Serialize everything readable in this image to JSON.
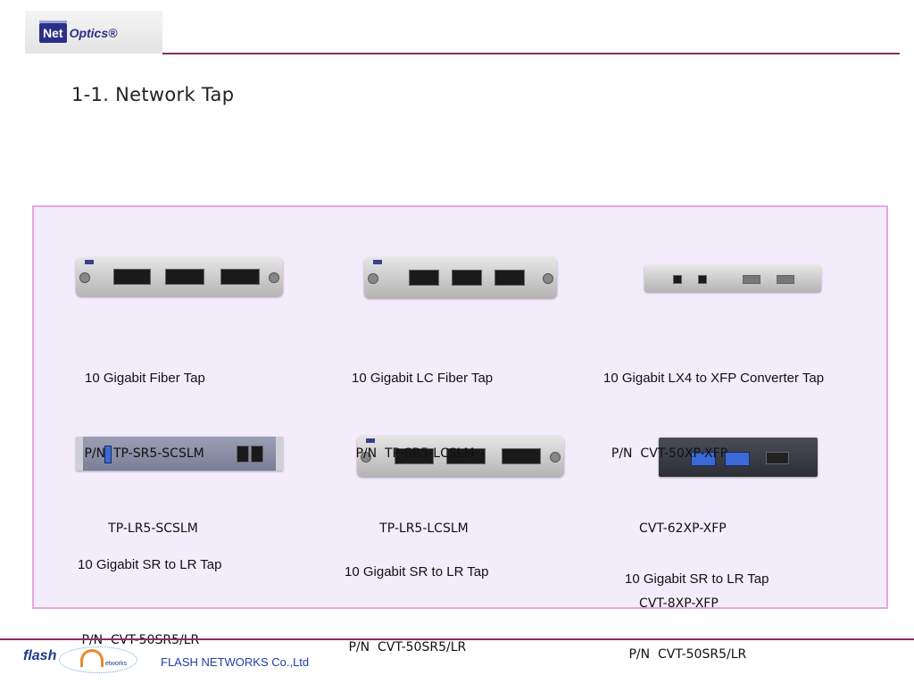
{
  "header": {
    "logo_text_1": "Net",
    "logo_text_2": "Optics®",
    "title": "1-1. Network Tap"
  },
  "products": [
    {
      "name": "10 Gigabit Fiber Tap",
      "pn_line_1": " P/N  TP-SR5-SCSLM",
      "pn_line_2": "       TP-LR5-SCSLM",
      "pn_line_3": ""
    },
    {
      "name": "10 Gigabit LC Fiber Tap",
      "pn_line_1": " P/N  TP-SR5-LCSLM",
      "pn_line_2": "       TP-LR5-LCSLM",
      "pn_line_3": ""
    },
    {
      "name": "10 Gigabit LX4 to XFP Converter Tap",
      "pn_line_1": "  P/N  CVT-50XP-XFP",
      "pn_line_2": "         CVT-62XP-XFP",
      "pn_line_3": "         CVT-8XP-XFP"
    },
    {
      "name": "10 Gigabit SR to LR Tap",
      "pn_line_1": " P/N  CVT-50SR5/LR"
    },
    {
      "name": "10 Gigabit SR to LR Tap",
      "pn_line_1": " P/N  CVT-50SR5/LR"
    },
    {
      "name": "10 Gigabit SR to LR Tap",
      "pn_line_1": " P/N  CVT-50SR5/LR"
    }
  ],
  "footer": {
    "logo_word": "flash",
    "logo_sub": "etworks",
    "company": "FLASH NETWORKS Co.,Ltd"
  },
  "colors": {
    "accent_rule": "#8a2f5e",
    "panel_bg": "#f3ecfb",
    "panel_border": "#e7a6dd",
    "footer_text": "#1f3fa8"
  }
}
